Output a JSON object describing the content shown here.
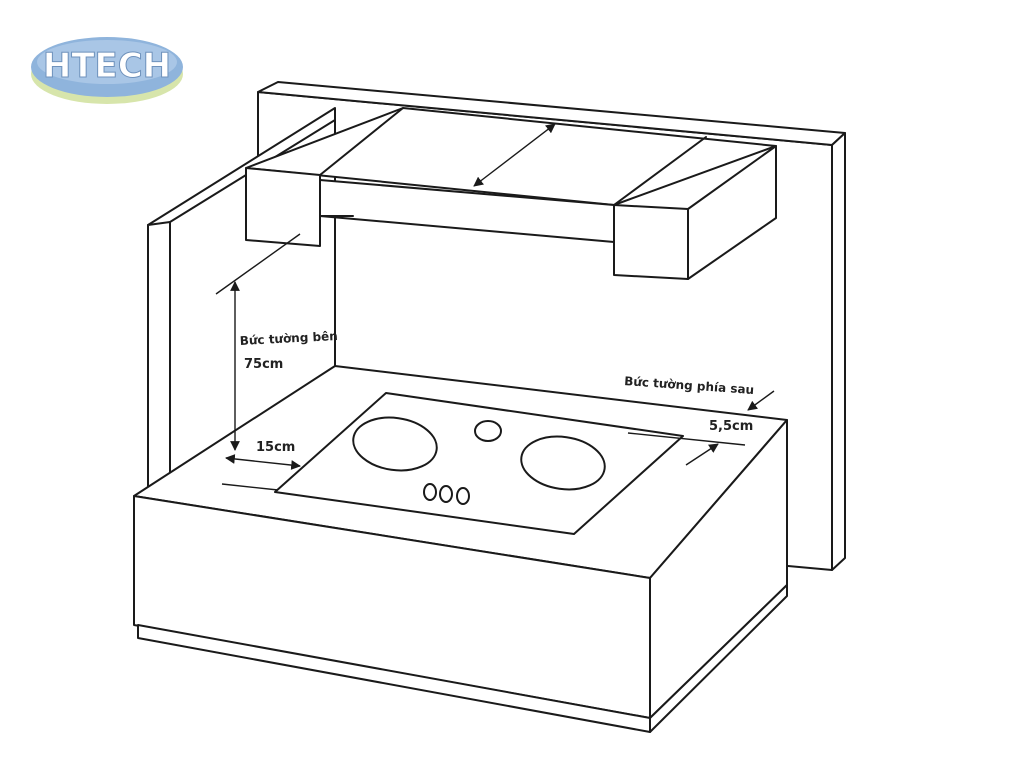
{
  "logo": {
    "text": "HTECH"
  },
  "labels": {
    "side_wall": "Bức tường bên",
    "height": "75cm",
    "side_gap": "15cm",
    "back_wall": "Bức tường phía sau",
    "back_gap": "5,5cm"
  },
  "colors": {
    "line": "#1a1a1a",
    "logo_blue": "#8fb4dc",
    "logo_green": "#b9d77a",
    "background": "#ffffff"
  }
}
